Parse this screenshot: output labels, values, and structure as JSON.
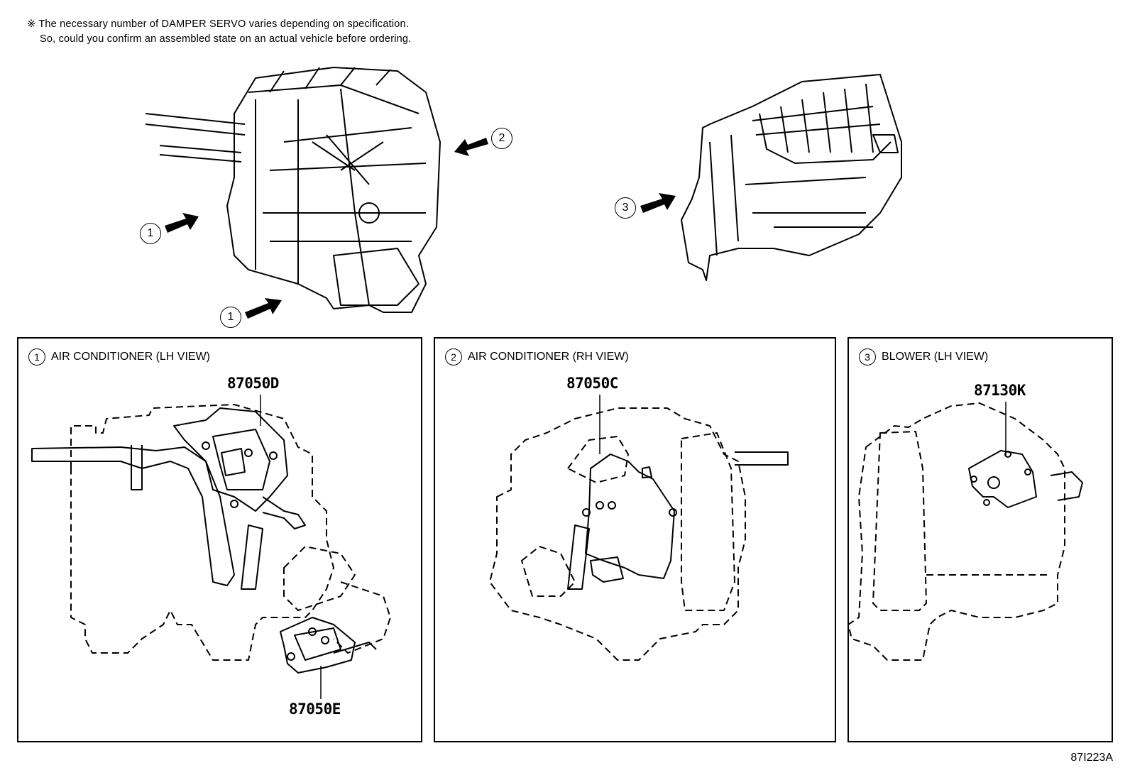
{
  "note": {
    "line1": "※ The necessary number of DAMPER SERVO varies depending on specification.",
    "line2": "So, could you confirm an assembled state on an actual vehicle before ordering."
  },
  "overview": {
    "callouts": [
      "1",
      "1",
      "2",
      "3"
    ]
  },
  "panels": [
    {
      "num": "1",
      "title": "AIR CONDITIONER (LH VIEW)",
      "parts": [
        "87050D",
        "87050E"
      ]
    },
    {
      "num": "2",
      "title": "AIR CONDITIONER (RH VIEW)",
      "parts": [
        "87050C"
      ]
    },
    {
      "num": "3",
      "title": "BLOWER (LH VIEW)",
      "parts": [
        "87130K"
      ]
    }
  ],
  "diagram_id": "87I223A"
}
